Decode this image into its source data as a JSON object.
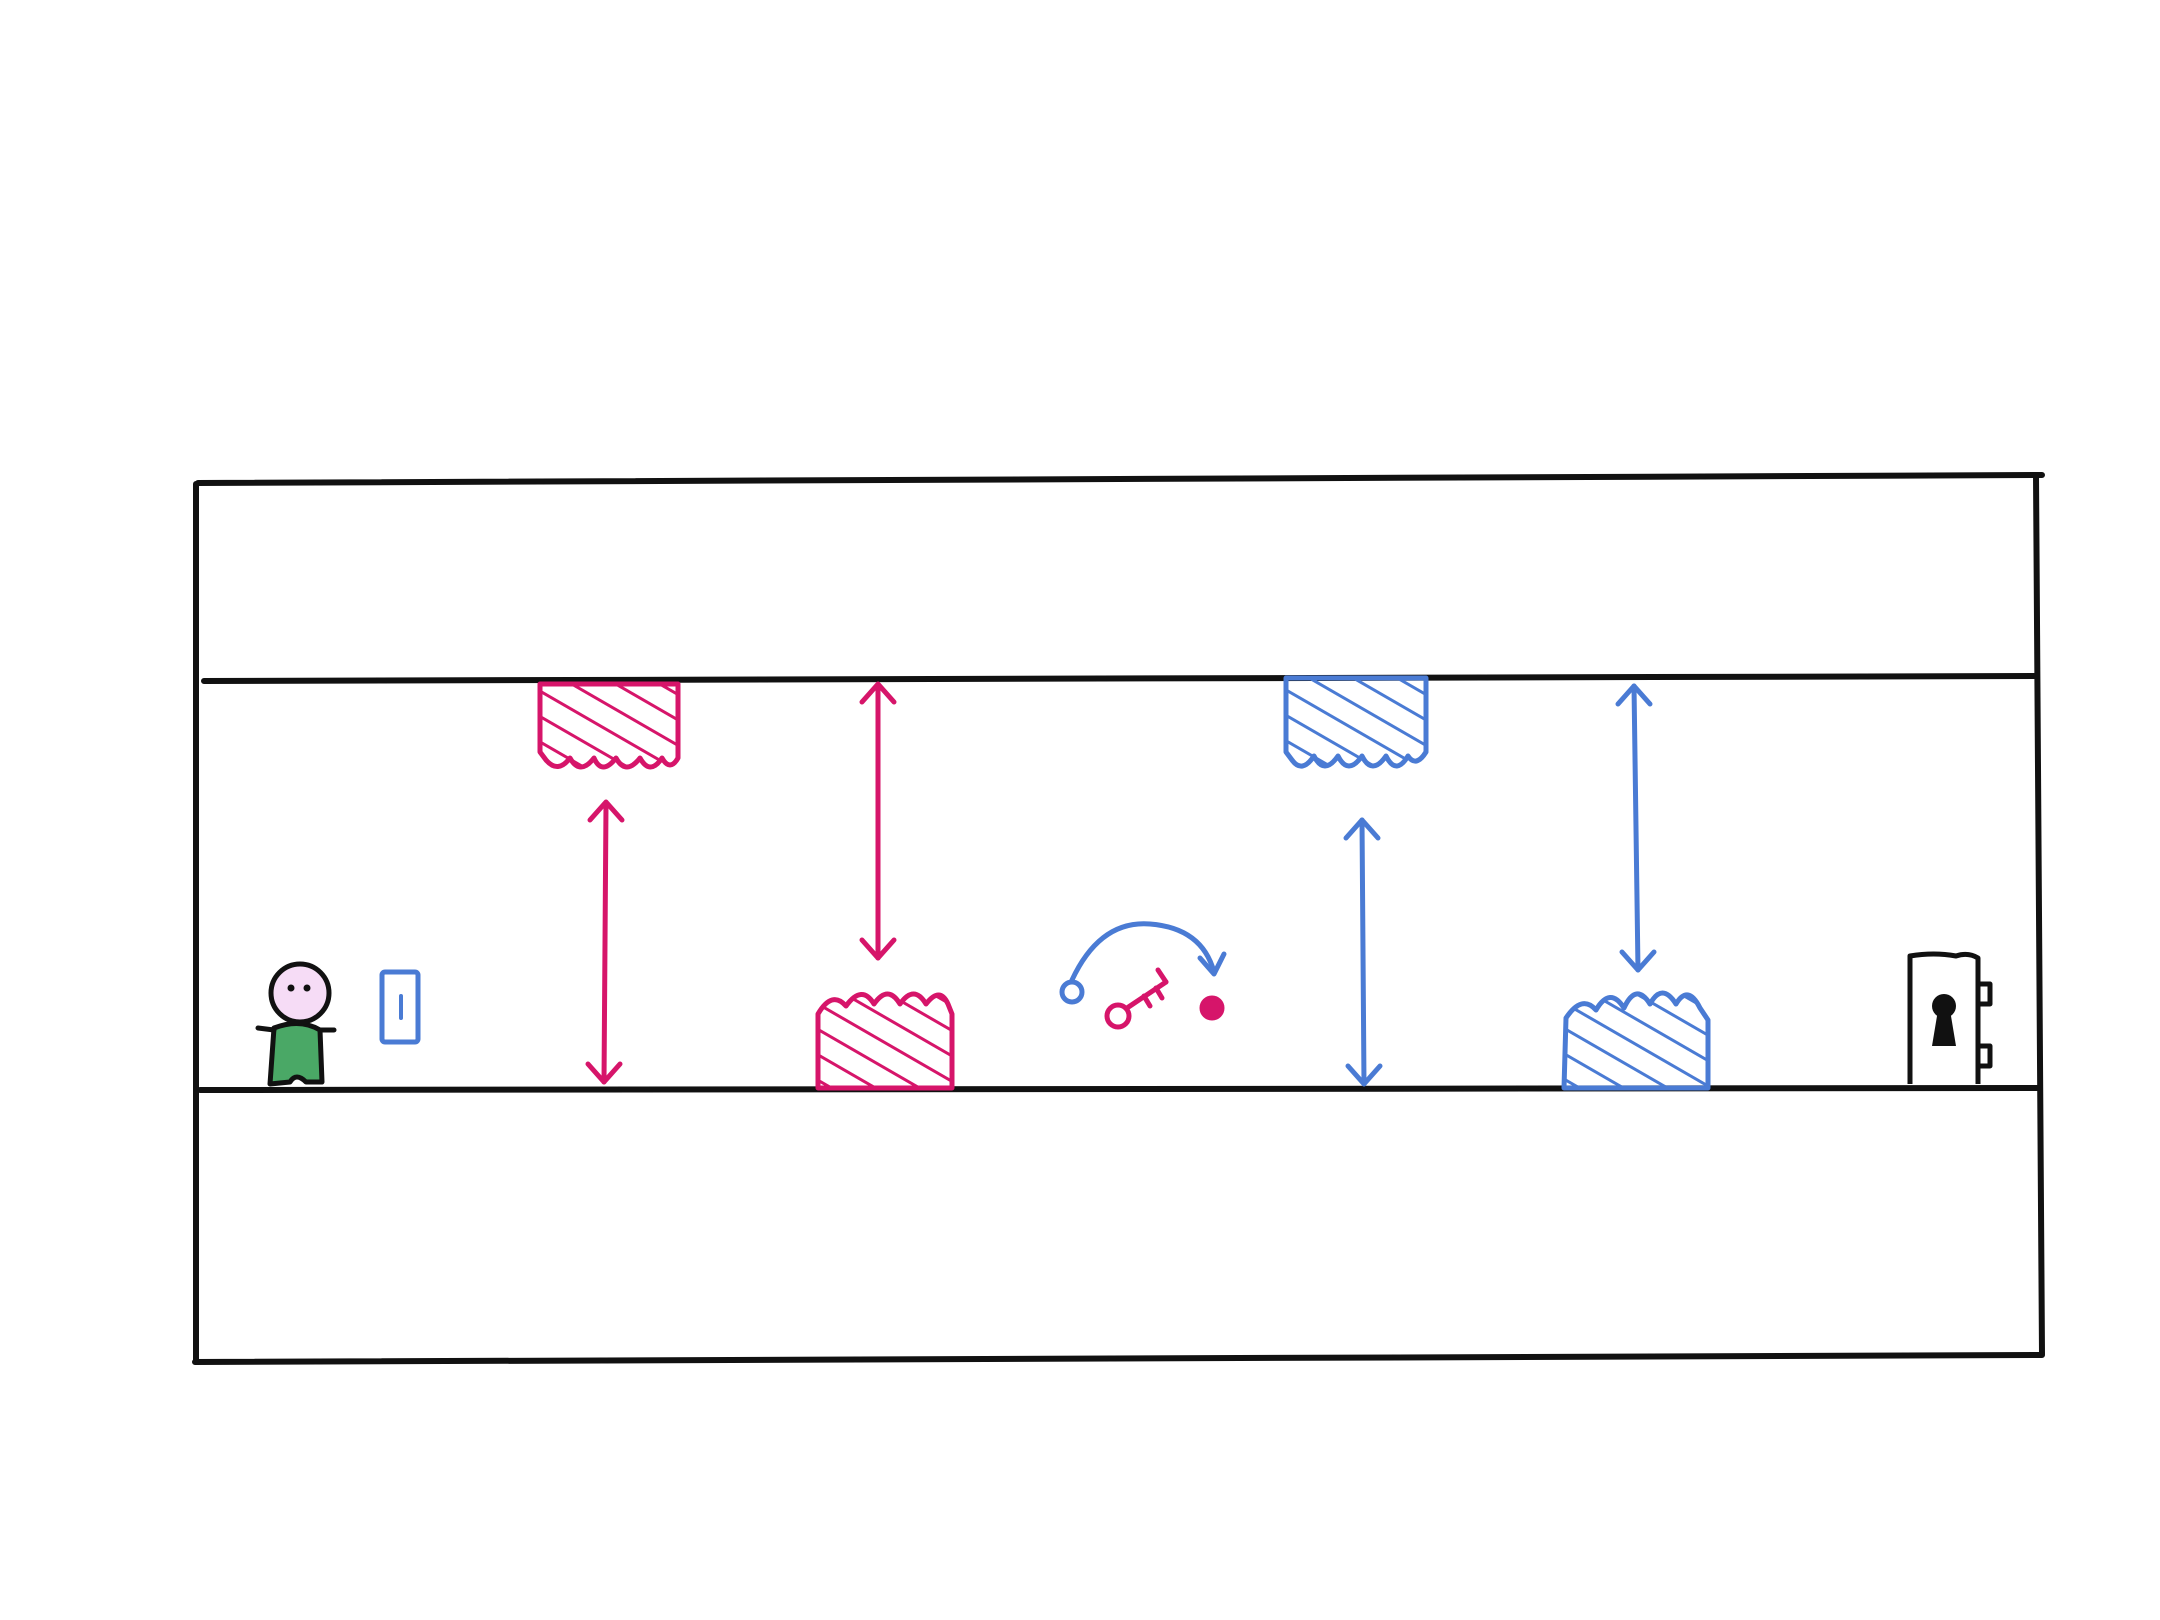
{
  "level": {
    "colors": {
      "background": "#ffffff",
      "outline": "#111111",
      "red_team": "#d6156a",
      "blue_team": "#4a7bd4",
      "player_body": "#4aa866",
      "player_face": "#f6dcf6"
    },
    "player": {
      "icon": "stick-figure-player"
    },
    "items": [
      {
        "kind": "switch",
        "color": "blue",
        "icon": "wall-switch-icon"
      },
      {
        "kind": "key",
        "color": "red",
        "icon": "key-icon"
      },
      {
        "kind": "exit-door",
        "color": "black",
        "icon": "locked-door-icon"
      }
    ],
    "hazards": [
      {
        "kind": "ceiling-crusher",
        "color": "red",
        "motion": "up-down"
      },
      {
        "kind": "floor-spikes",
        "color": "red",
        "motion": "up-down"
      },
      {
        "kind": "ceiling-crusher",
        "color": "blue",
        "motion": "up-down"
      },
      {
        "kind": "floor-spikes",
        "color": "blue",
        "motion": "up-down"
      }
    ],
    "key_swap_indicator": {
      "icon": "curved-arrow-icon",
      "from": "blue",
      "to": "red"
    }
  }
}
